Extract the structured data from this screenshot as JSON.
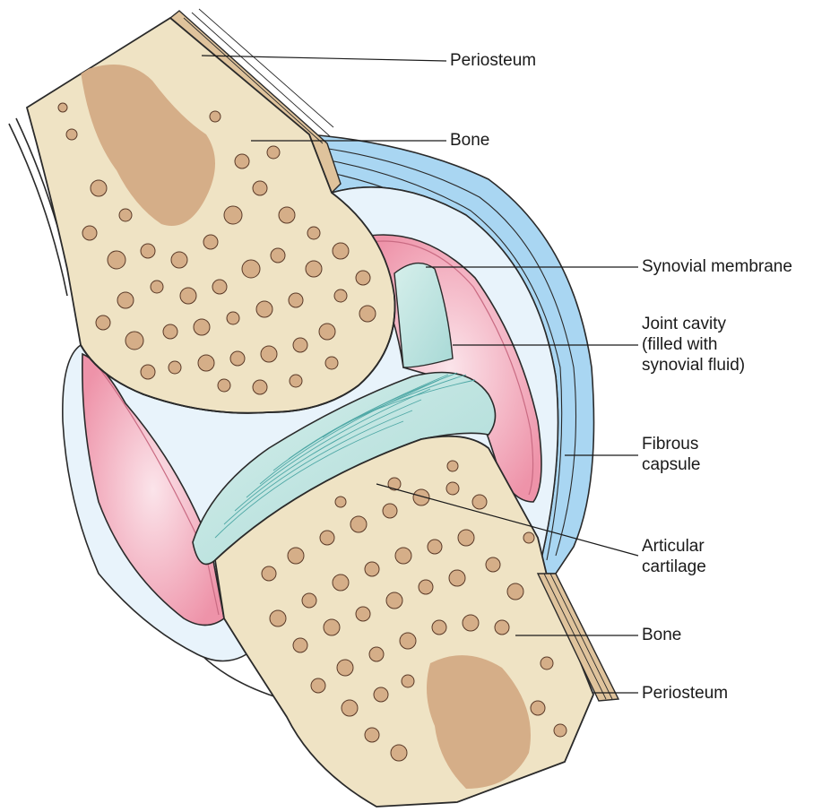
{
  "labels": {
    "periosteum_top": "Periosteum",
    "bone_top": "Bone",
    "synovial_membrane": "Synovial membrane",
    "joint_cavity": [
      "Joint cavity",
      "(filled with",
      "synovial fluid)"
    ],
    "fibrous_capsule": [
      "Fibrous",
      "capsule"
    ],
    "articular_cartilage": [
      "Articular",
      "cartilage"
    ],
    "bone_bottom": "Bone",
    "periosteum_bottom": "Periosteum"
  },
  "colors": {
    "bone": "#efe3c4",
    "bone_spongy": "#d5ae88",
    "periosteum": "#dfc39c",
    "capsule": "#a9d6f2",
    "synovial_lining": "#e8f3fb",
    "joint_cavity": "#ef9fb2",
    "cartilage": "#bfe3e0",
    "outline": "#3a2a20"
  }
}
